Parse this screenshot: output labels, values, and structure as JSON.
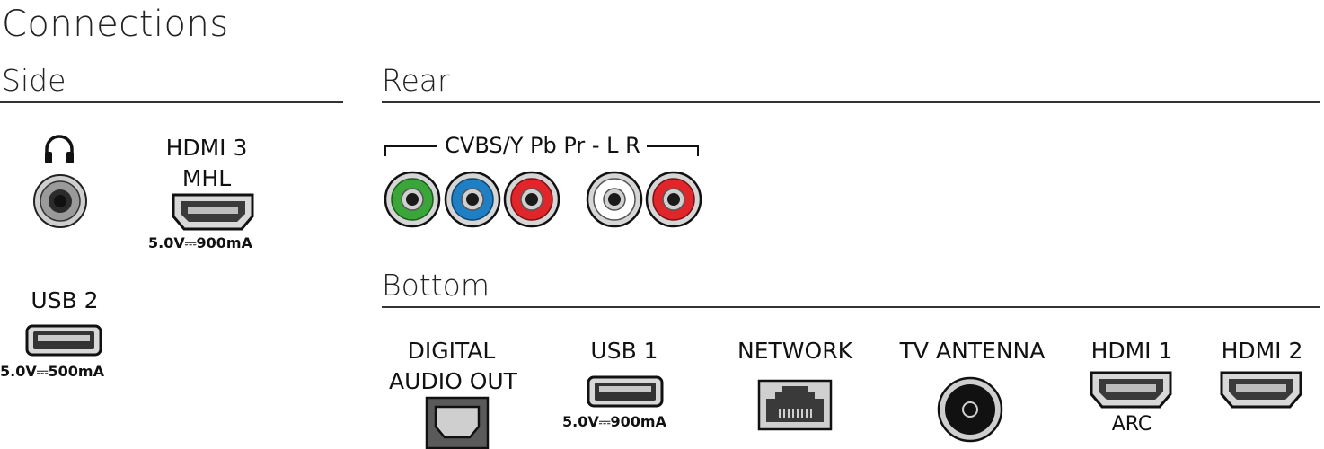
{
  "page": {
    "title": "Connections"
  },
  "sections": {
    "side": "Side",
    "rear": "Rear",
    "bottom": "Bottom"
  },
  "side": {
    "hdmi3": {
      "label_line1": "HDMI 3",
      "label_line2": "MHL",
      "spec": "5.0V⎓900mA"
    },
    "usb2": {
      "label": "USB 2",
      "spec": "5.0V⎓500mA"
    }
  },
  "rear": {
    "group_label": "CVBS/Y Pb Pr - L R"
  },
  "bottom": {
    "digital_audio": {
      "label_line1": "DIGITAL",
      "label_line2": "AUDIO OUT"
    },
    "usb1": {
      "label": "USB 1",
      "spec": "5.0V⎓900mA"
    },
    "network": {
      "label": "NETWORK"
    },
    "antenna": {
      "label": "TV ANTENNA"
    },
    "hdmi1": {
      "label": "HDMI 1",
      "sublabel": "ARC"
    },
    "hdmi2": {
      "label": "HDMI 2"
    }
  },
  "colors": {
    "green": "#3aa639",
    "blue": "#1e7fc4",
    "red": "#e0262a",
    "white": "#ffffff"
  },
  "icons": {
    "headphones": "headphones-icon",
    "hdmi": "hdmi-port-icon",
    "usb": "usb-port-icon",
    "rca": "rca-jack-icon",
    "optical": "optical-port-icon",
    "ethernet": "ethernet-port-icon",
    "coax": "coax-antenna-icon"
  }
}
